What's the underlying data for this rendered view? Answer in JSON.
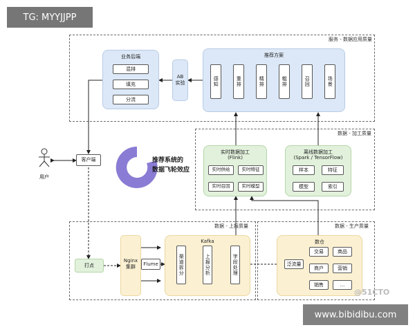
{
  "tag_text": "TG: MYYJJPP",
  "watermark_text": "www.bibidibu.com",
  "credit_text": "@51CTO",
  "zones": {
    "service": "服务 - 数据应用质量",
    "processing": "数据 - 加工质量",
    "upload": "数据 - 上报质量",
    "production": "数据 - 生产质量"
  },
  "business_backend": {
    "title": "业务后端",
    "items": [
      "混排",
      "填充",
      "分流"
    ]
  },
  "ab_test": "AB\n实验",
  "recommendation": {
    "title": "推荐方案",
    "stages": [
      "感知",
      "重排",
      "精排",
      "粗排",
      "召回",
      "场景"
    ]
  },
  "user_label": "用户",
  "client_label": "客户端",
  "flywheel": {
    "line1": "推荐系统的",
    "line2": "数据飞轮效应",
    "ring_color": "#7d6ecf"
  },
  "realtime": {
    "title": "实时数据加工",
    "subtitle": "(Flink)",
    "items": [
      "实时供给",
      "实时特征",
      "实时召回",
      "实时模型"
    ]
  },
  "offline": {
    "title": "离线数据加工",
    "subtitle": "(Spark / TensorFlow)",
    "items": [
      "样本",
      "特征",
      "模型",
      "索引"
    ]
  },
  "tracking_label": "打点",
  "nginx_label": "Nginx\n集群",
  "flume_label": "Flume",
  "kafka": {
    "title": "Kafka",
    "stages": [
      "渠道拆分",
      "上报分析",
      "字段处理"
    ]
  },
  "warehouse": {
    "title": "数仓",
    "flow_label": "泛流量",
    "items": [
      "交易",
      "商品",
      "商户",
      "营销",
      "销售",
      "..."
    ]
  }
}
